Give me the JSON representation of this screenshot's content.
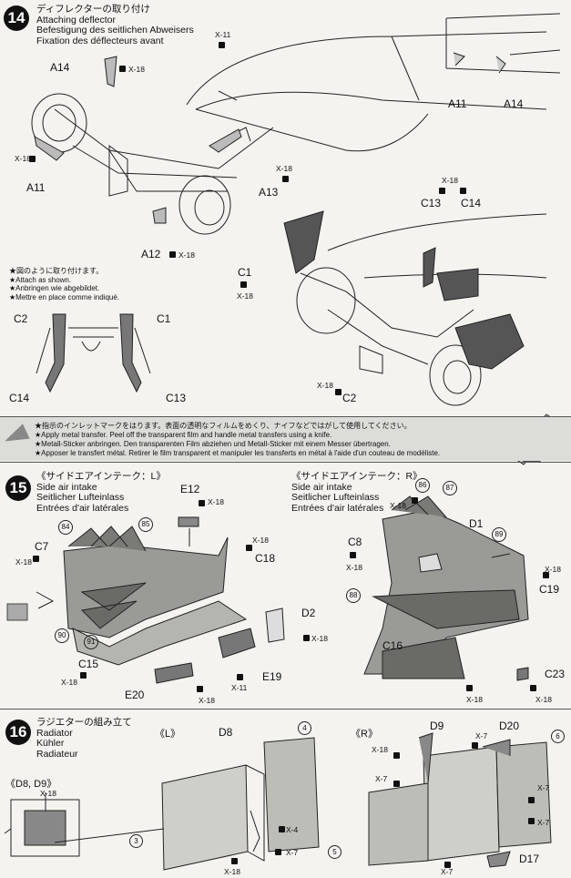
{
  "step14": {
    "number": "14",
    "title_jp": "ディフレクターの取り付け",
    "title_en": "Attaching deflector",
    "title_de": "Befestigung des seitlichen Abweisers",
    "title_fr": "Fixation des déflecteurs avant",
    "parts": {
      "a14": "A14",
      "a11": "A11",
      "a13": "A13",
      "a12": "A12",
      "a11_inset": "A11",
      "a14_inset": "A14",
      "c13": "C13",
      "c14": "C14",
      "c1": "C1",
      "c2": "C2",
      "c2_detail": "C2",
      "c1_detail": "C1",
      "c14_detail": "C14",
      "c13_detail": "C13"
    },
    "screws": {
      "x11": "X-11",
      "x18_a14": "X-18",
      "x18_a11": "X-18",
      "x18_a13": "X-18",
      "x18_a12": "X-18",
      "x18_c13": "X-18",
      "x18_c14": "X-18",
      "x18_c1": "X-18",
      "x18_c2": "X-18"
    },
    "note_jp": "★図のように取り付けます。",
    "note_en": "★Attach as shown.",
    "note_de": "★Anbringen wie abgebildet.",
    "note_fr": "★Mettre en place comme indiqué."
  },
  "banner": {
    "jp": "★指示のインレットマークをはります。表面の透明なフィルムをめくり、ナイフなどではがして使用してください。",
    "en": "★Apply metal transfer. Peel off the transparent film and handle metal transfers using a knife.",
    "de": "★Metall-Sticker anbringen. Den transparenten Film abziehen und Metall-Sticker mit einem Messer übertragen.",
    "fr": "★Apposer le transfert métal. Retirer le film transparent et manipuler les transferts en métal à l'aide d'un couteau de modéliste."
  },
  "step15": {
    "number": "15",
    "subtitle_l": "《サイドエアインテーク：L》",
    "subtitle_r": "《サイドエアインテーク：R》",
    "title_en": "Side air intake",
    "title_de": "Seitlicher Lufteinlass",
    "title_fr": "Entrées d'air latérales",
    "parts": {
      "e12": "E12",
      "c7": "C7",
      "c18": "C18",
      "d2": "D2",
      "c15": "C15",
      "e19": "E19",
      "e20": "E20",
      "c8": "C8",
      "d1": "D1",
      "c19": "C19",
      "c16": "C16",
      "c23": "C23"
    },
    "decals": {
      "d84": "84",
      "d85": "85",
      "d90": "90",
      "d91": "91",
      "d86": "86",
      "d87": "87",
      "d89": "89",
      "d88": "88"
    },
    "screws": {
      "x18_e12": "X-18",
      "x18_c7": "X-18",
      "x18_c18": "X-18",
      "x18_d2": "X-18",
      "x18_c15": "X-18",
      "x11_e19": "X-11",
      "x18_e20": "X-18",
      "x18_r_top": "X-18",
      "x18_c8": "X-18",
      "x18_c19": "X-18",
      "x18_c16": "X-18",
      "x18_c23": "X-18"
    }
  },
  "step16": {
    "number": "16",
    "title_jp": "ラジエターの組み立て",
    "title_en": "Radiator",
    "title_de": "Kühler",
    "title_fr": "Radiateur",
    "left_label": "《L》",
    "right_label": "《R》",
    "inset_label": "《D8, D9》",
    "parts": {
      "d8": "D8",
      "d9": "D9",
      "d20": "D20",
      "d17": "D17"
    },
    "decals": {
      "m3": "3",
      "m4": "4",
      "m5": "5",
      "m6": "6"
    },
    "screws": {
      "x18_inset": "X-18",
      "x4": "X-4",
      "x7_l": "X-7",
      "x18_l": "X-18",
      "x18_r1": "X-18",
      "x7_r1": "X-7",
      "x7_r2": "X-7",
      "x7_r3": "X-7",
      "x7_r4": "X-7",
      "x7_d20": "X-7"
    }
  }
}
